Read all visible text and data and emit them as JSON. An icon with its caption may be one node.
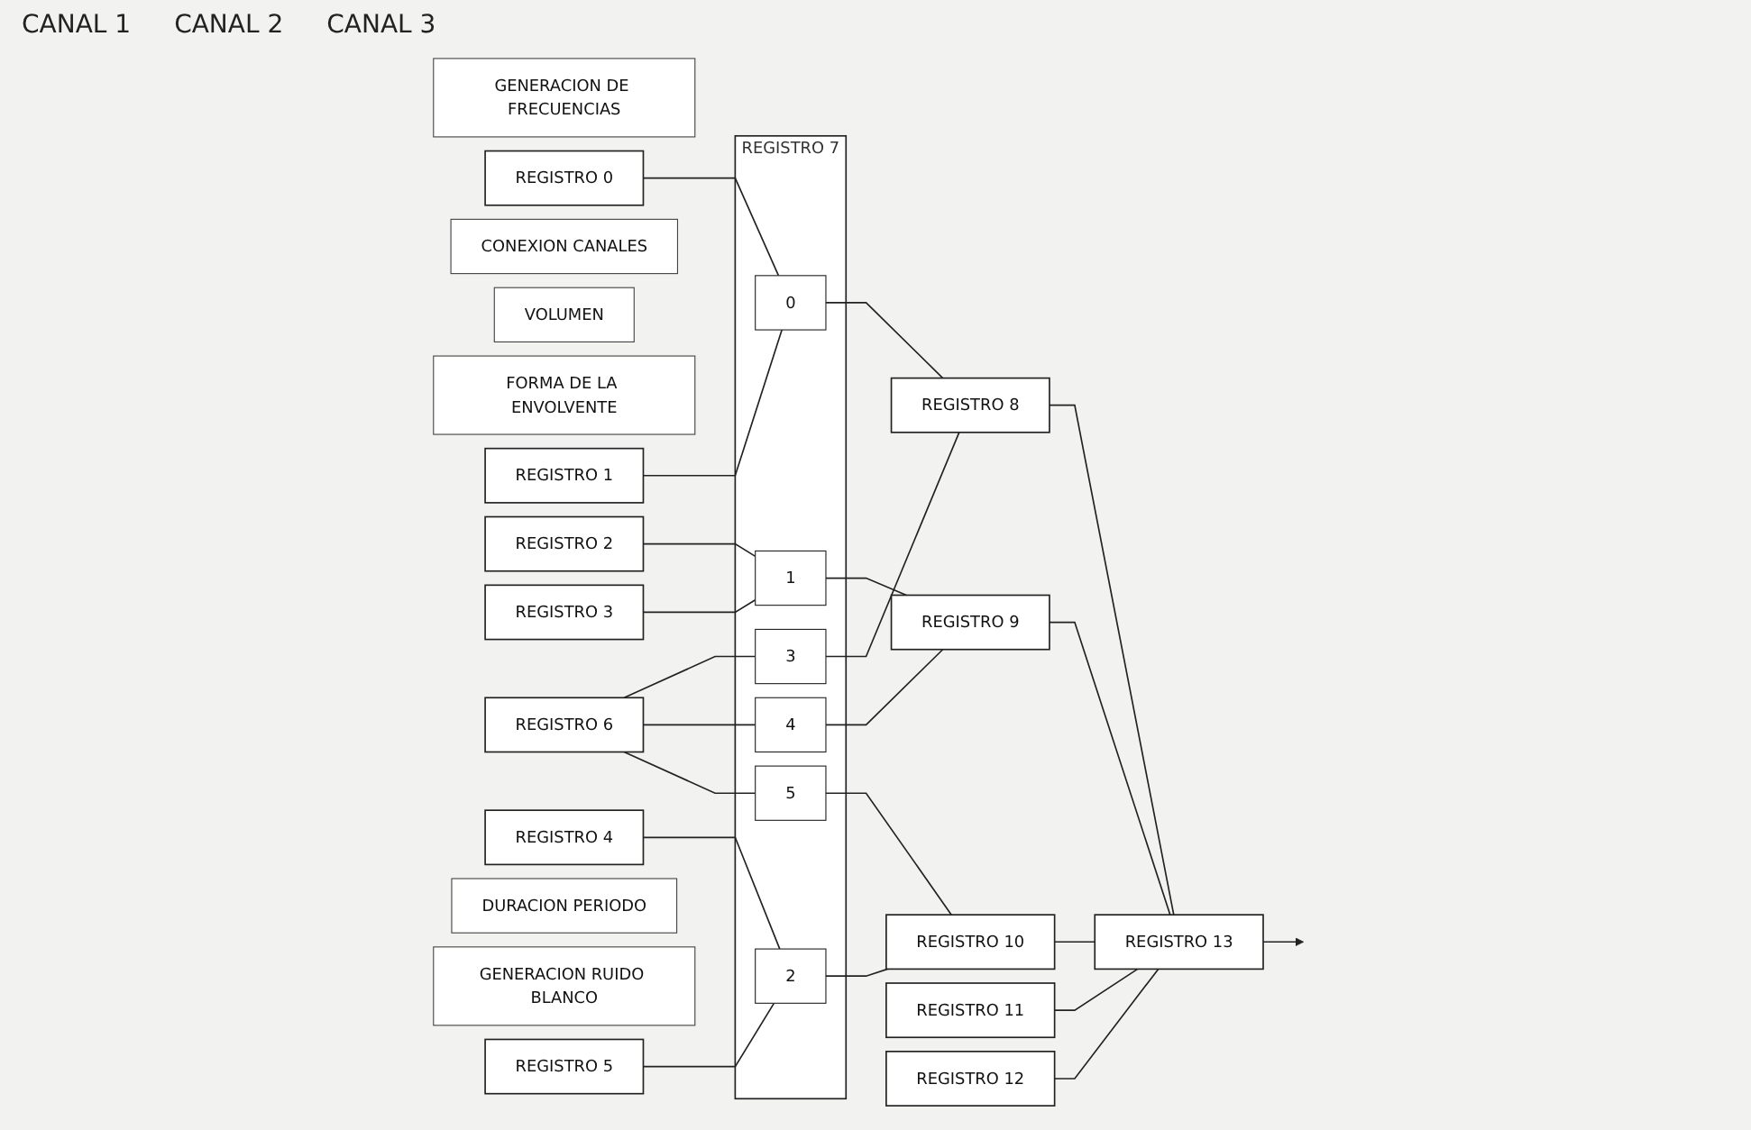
{
  "diagram": {
    "nodes": [
      {
        "text": [
          "GENERACION DE FRECUENCIAS"
        ]
      },
      {
        "text": [
          "REGISTRO 0"
        ]
      },
      {
        "text": [
          "CONEXION CANALES"
        ]
      },
      {
        "text": [
          "VOLUMEN"
        ]
      },
      {
        "text": [
          "FORMA DE LA ENVOLVENTE"
        ]
      },
      {
        "text": [
          "REGISTRO 1"
        ]
      },
      {
        "text": [
          "REGISTRO 7"
        ]
      },
      {
        "text": [
          "0"
        ],
        "in": 6
      },
      {
        "text": [
          "1"
        ],
        "in": 6
      },
      {
        "text": [
          "2"
        ],
        "in": 6
      },
      {
        "text": [
          "3"
        ],
        "in": 6
      },
      {
        "text": [
          "4"
        ],
        "in": 6
      },
      {
        "text": [
          "5"
        ],
        "in": 6
      },
      {
        "text": [
          "REGISTRO 8"
        ]
      },
      {
        "text": [
          "REGISTRO 2"
        ]
      },
      {
        "text": [
          "REGISTRO 9"
        ]
      },
      {
        "text": [
          "REGISTRO 13"
        ]
      },
      {
        "text": [
          "REGISTRO 3"
        ]
      },
      {
        "text": [
          "REGISTRO 10"
        ]
      },
      {
        "text": [
          "REGISTRO 4"
        ]
      },
      {
        "text": [
          "REGISTRO 5"
        ]
      },
      {
        "text": [
          "DURACION PERIODO"
        ]
      },
      {
        "text": [
          "REGISTRO 11"
        ]
      },
      {
        "text": [
          "REGISTRO 12"
        ]
      },
      {
        "text": [
          "GENERACION RUIDO BLANCO"
        ]
      },
      {
        "text": [
          "REGISTRO 6"
        ]
      }
    ],
    "edges": [
      {
        "from": 1,
        "to": 7,
        "arrow": "none"
      },
      {
        "from": 5,
        "to": 7,
        "arrow": "none"
      },
      {
        "from": 14,
        "to": 8,
        "arrow": "none"
      },
      {
        "from": 17,
        "to": 8,
        "arrow": "none"
      },
      {
        "from": 19,
        "to": 9,
        "arrow": "none"
      },
      {
        "from": 20,
        "to": 9,
        "arrow": "none"
      },
      {
        "from": 25,
        "to": 10,
        "arrow": "none"
      },
      {
        "from": 25,
        "to": 11,
        "arrow": "none"
      },
      {
        "from": 25,
        "to": 12,
        "arrow": "none"
      },
      {
        "from": 7,
        "to": 13,
        "arrow": "none"
      },
      {
        "from": 10,
        "to": 13,
        "arrow": "none"
      },
      {
        "from": 8,
        "to": 15,
        "arrow": "none"
      },
      {
        "from": 11,
        "to": 15,
        "arrow": "none"
      },
      {
        "from": 9,
        "to": 18,
        "arrow": "none"
      },
      {
        "from": 12,
        "to": 18,
        "arrow": "none"
      },
      {
        "from": 13,
        "to": 16,
        "arrow": "none"
      },
      {
        "from": 15,
        "to": 16,
        "arrow": "none"
      },
      {
        "from": 18,
        "to": 16,
        "arrow": "none"
      },
      {
        "from": 22,
        "to": 16,
        "arrow": "none"
      },
      {
        "from": 23,
        "to": 16,
        "arrow": "none"
      },
      {
        "from": 16,
        "to": null,
        "arrow": "to"
      }
    ],
    "labels": [
      "CANAL 1",
      "CANAL 2",
      "CANAL 3"
    ]
  }
}
